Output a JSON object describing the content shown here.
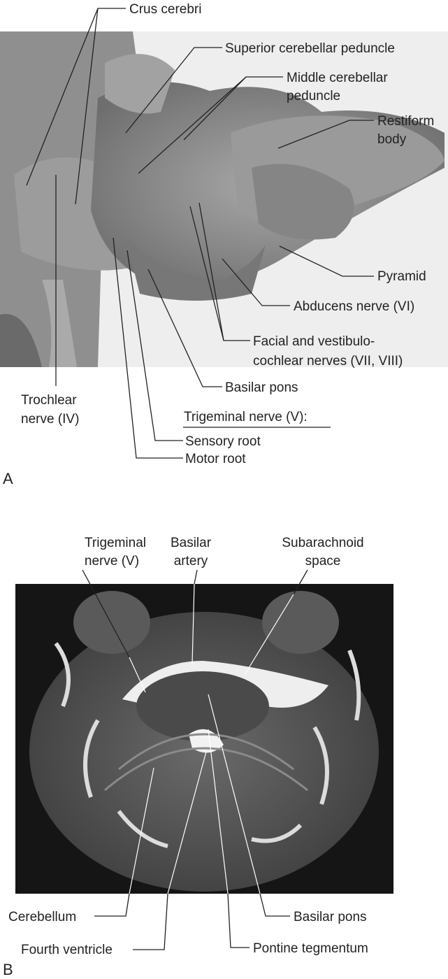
{
  "panel_a": {
    "letter": "A",
    "labels": {
      "crus_cerebri": "Crus cerebri",
      "superior_cerebellar_peduncle": "Superior cerebellar peduncle",
      "middle_cerebellar_peduncle_1": "Middle cerebellar",
      "middle_cerebellar_peduncle_2": "peduncle",
      "restiform_1": "Restiform",
      "restiform_2": "body",
      "pyramid": "Pyramid",
      "abducens": "Abducens nerve (VI)",
      "facial_1": "Facial and vestibulo-",
      "facial_2": "cochlear nerves (VII, VIII)",
      "basilar_pons": "Basilar pons",
      "trochlear_1": "Trochlear",
      "trochlear_2": "nerve (IV)",
      "trigeminal_header": "Trigeminal nerve (V):",
      "sensory_root": "Sensory root",
      "motor_root": "Motor root"
    }
  },
  "panel_b": {
    "letter": "B",
    "labels": {
      "trigeminal_1": "Trigeminal",
      "trigeminal_2": "nerve (V)",
      "basilar_artery_1": "Basilar",
      "basilar_artery_2": "artery",
      "subarachnoid_1": "Subarachnoid",
      "subarachnoid_2": "space",
      "cerebellum": "Cerebellum",
      "fourth_ventricle": "Fourth ventricle",
      "basilar_pons": "Basilar pons",
      "pontine_tegmentum": "Pontine tegmentum"
    }
  }
}
